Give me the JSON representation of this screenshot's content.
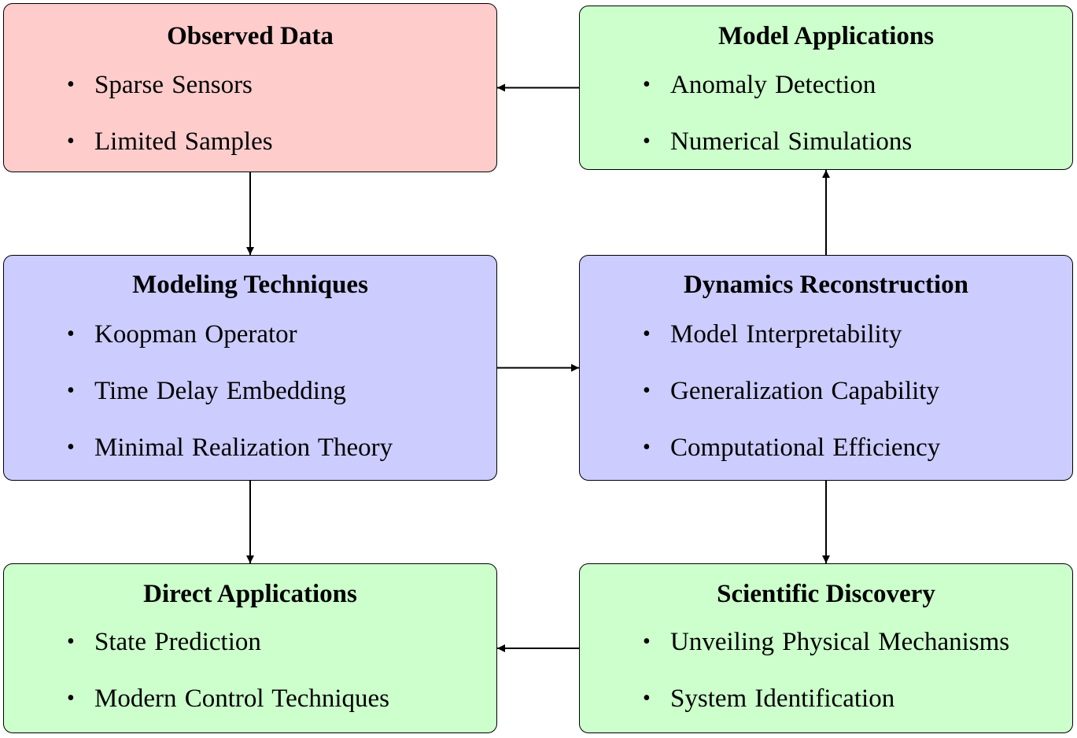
{
  "colors": {
    "data_box": "#ffcccc",
    "application_box": "#ccffcc",
    "method_box": "#ccccff",
    "stroke": "#000000"
  },
  "nodes": {
    "observed_data": {
      "title": "Observed Data",
      "items": [
        "Sparse Sensors",
        "Limited Samples"
      ]
    },
    "model_applications": {
      "title": "Model Applications",
      "items": [
        "Anomaly Detection",
        "Numerical Simulations"
      ]
    },
    "modeling_techniques": {
      "title": "Modeling Techniques",
      "items": [
        "Koopman Operator",
        "Time Delay Embedding",
        "Minimal Realization Theory"
      ]
    },
    "dynamics_reconstruction": {
      "title": "Dynamics Reconstruction",
      "items": [
        "Model Interpretability",
        "Generalization Capability",
        "Computational Efficiency"
      ]
    },
    "direct_applications": {
      "title": "Direct Applications",
      "items": [
        "State Prediction",
        "Modern Control Techniques"
      ]
    },
    "scientific_discovery": {
      "title": "Scientific Discovery",
      "items": [
        "Unveiling Physical Mechanisms",
        "System Identification"
      ]
    }
  },
  "bullet_glyph": "•",
  "edges": [
    {
      "from": "model_applications",
      "to": "observed_data"
    },
    {
      "from": "observed_data",
      "to": "modeling_techniques"
    },
    {
      "from": "dynamics_reconstruction",
      "to": "model_applications"
    },
    {
      "from": "modeling_techniques",
      "to": "dynamics_reconstruction"
    },
    {
      "from": "modeling_techniques",
      "to": "direct_applications"
    },
    {
      "from": "dynamics_reconstruction",
      "to": "scientific_discovery"
    },
    {
      "from": "scientific_discovery",
      "to": "direct_applications"
    }
  ]
}
